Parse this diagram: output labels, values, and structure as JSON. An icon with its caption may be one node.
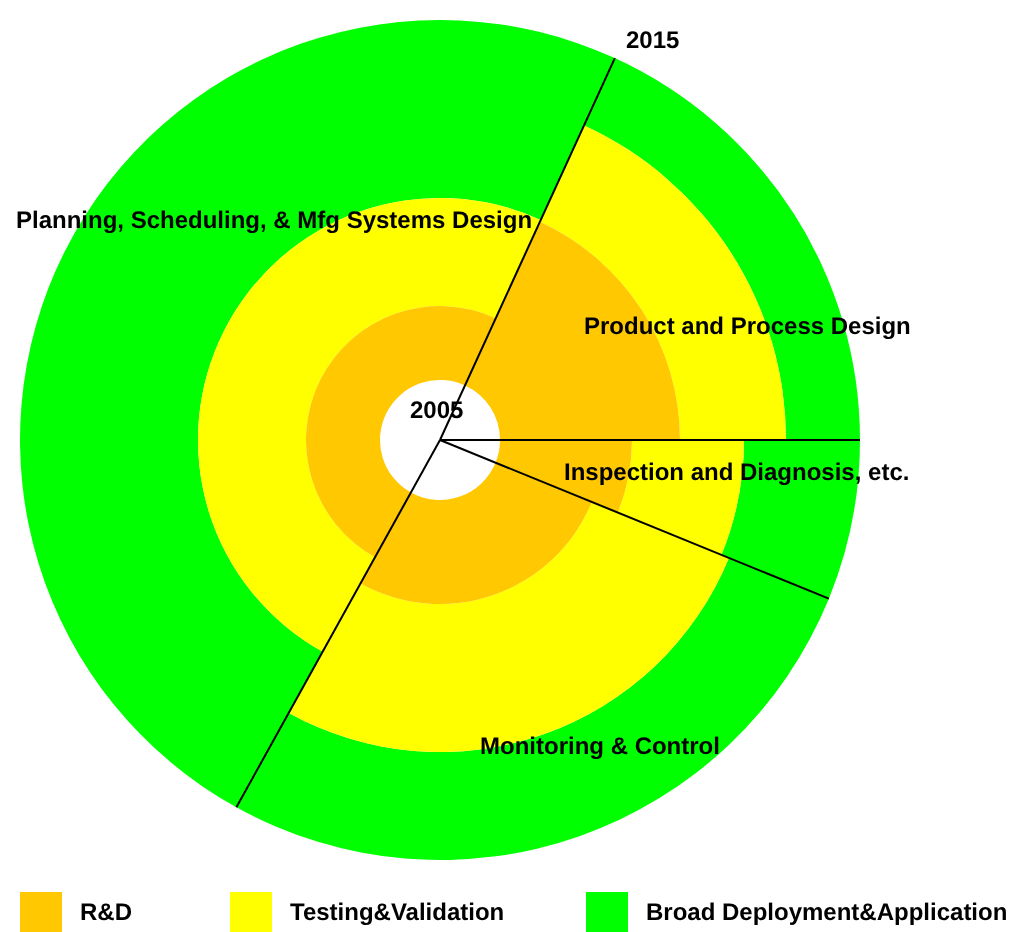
{
  "diagram": {
    "labels": [
      "2015",
      "Planning, Scheduling, & Mfg Systems Design",
      "Product and Process Design",
      "2005",
      "Inspection and Diagnosis, etc.",
      "Monitoring & Control"
    ],
    "legend": [
      {
        "text": "R&D",
        "color": "#ffc800"
      },
      {
        "text": "Testing&Validation",
        "color": "#ffff00"
      },
      {
        "text": "Broad Deployment&Application",
        "color": "#00ff00"
      }
    ]
  }
}
